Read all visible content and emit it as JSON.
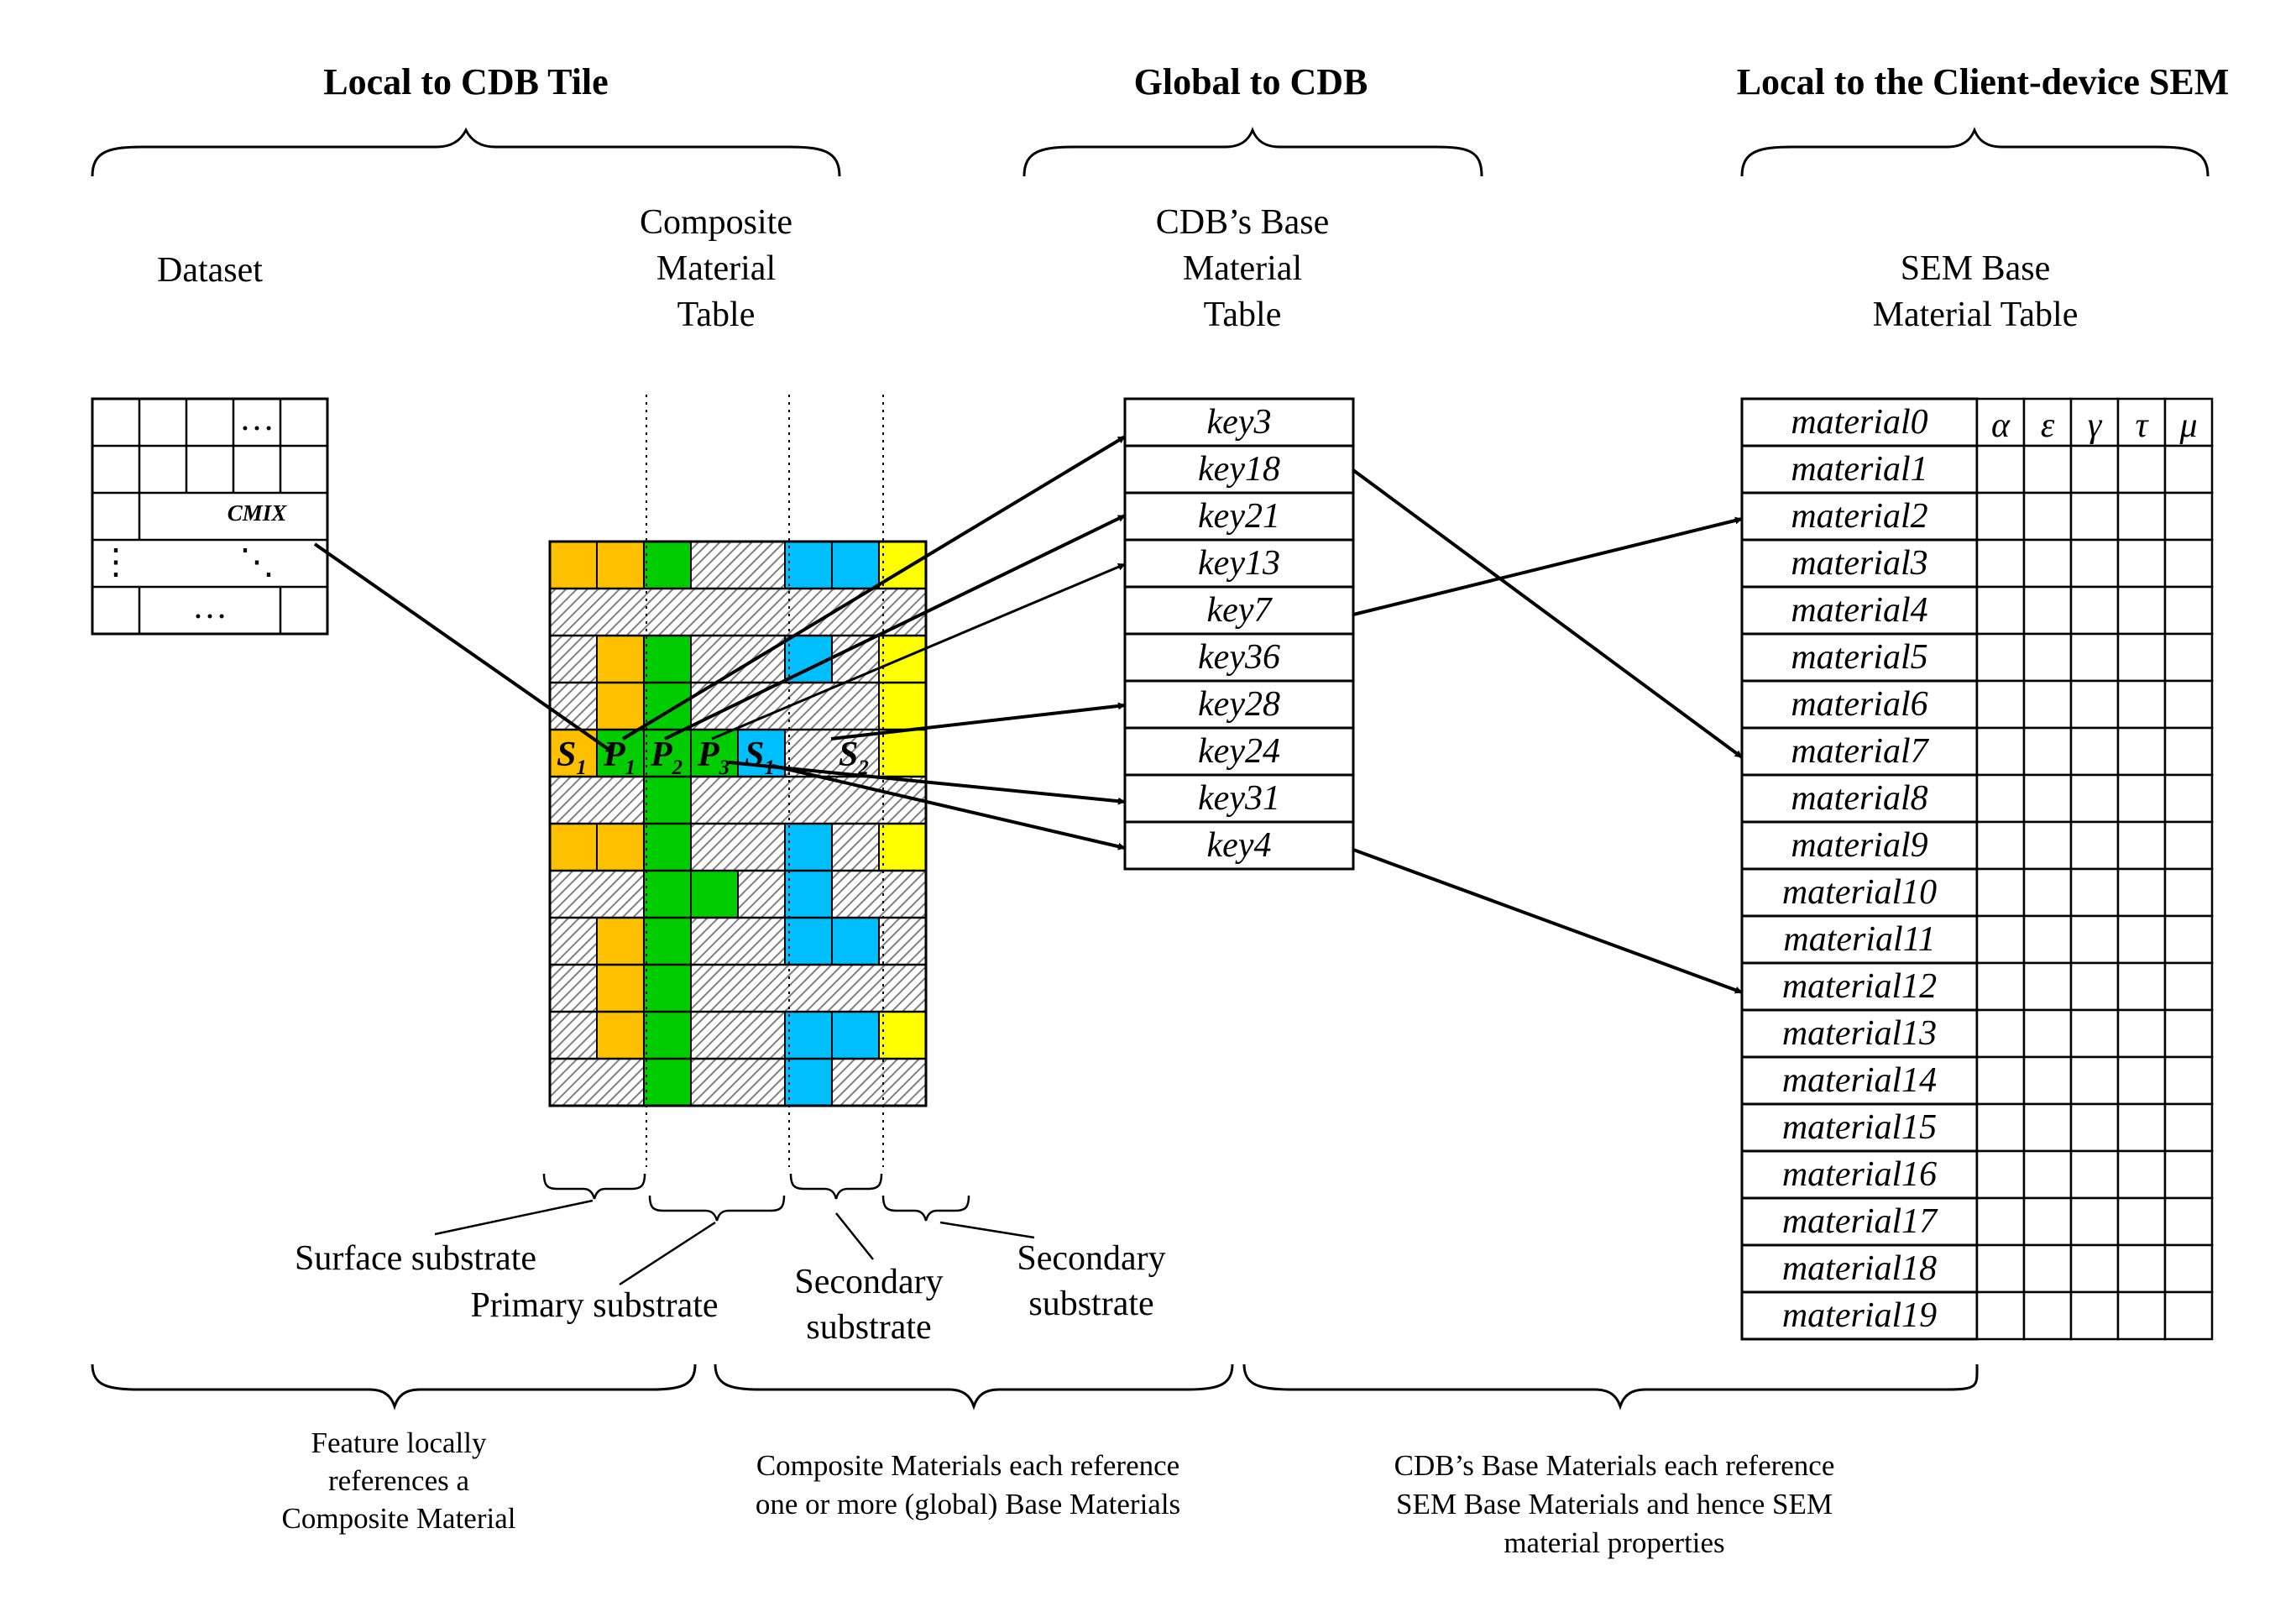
{
  "headers": {
    "tile": "Local to CDB Tile",
    "global": "Global to CDB",
    "client": "Local to the Client-device SEM"
  },
  "columns": {
    "dataset": "Dataset",
    "composite": [
      "Composite",
      "Material",
      "Table"
    ],
    "base": [
      "CDB’s Base",
      "Material",
      "Table"
    ],
    "sem": [
      "SEM Base",
      "Material Table"
    ]
  },
  "dataset_grid": {
    "ellipsis_h": "…",
    "ellipsis_v": "⋮",
    "ellipsis_d": "⋱",
    "cmix": "CMIX"
  },
  "colors": {
    "surface": "#FFC000",
    "primary": "#00CC00",
    "secondary_a": "#00BFFF",
    "secondary_b": "#FFFF00",
    "hatch": "#BFBFBF"
  },
  "composite_row_symbols": [
    {
      "letter": "S",
      "sub": "1"
    },
    {
      "letter": "P",
      "sub": "1"
    },
    {
      "letter": "P",
      "sub": "2"
    },
    {
      "letter": "P",
      "sub": "3"
    },
    {
      "letter": "S",
      "sub": "1"
    },
    {
      "letter": "S",
      "sub": "2"
    }
  ],
  "keys": [
    "key3",
    "key18",
    "key21",
    "key13",
    "key7",
    "key36",
    "key28",
    "key24",
    "key31",
    "key4"
  ],
  "materials": [
    "material0",
    "material1",
    "material2",
    "material3",
    "material4",
    "material5",
    "material6",
    "material7",
    "material8",
    "material9",
    "material10",
    "material11",
    "material12",
    "material13",
    "material14",
    "material15",
    "material16",
    "material17",
    "material18",
    "material19"
  ],
  "properties": [
    "α",
    "ε",
    "γ",
    "τ",
    "μ"
  ],
  "substrate_labels": {
    "surface": "Surface substrate",
    "primary": "Primary substrate",
    "secondary1": [
      "Secondary",
      "substrate"
    ],
    "secondary2": [
      "Secondary",
      "substrate"
    ]
  },
  "bottom_notes": {
    "left": [
      "Feature locally",
      "references a",
      "Composite Material"
    ],
    "middle": [
      "Composite Materials each reference",
      "one or more (global) Base Materials"
    ],
    "right": [
      "CDB’s Base Materials each reference",
      "SEM Base Materials and hence SEM",
      "material properties"
    ]
  }
}
